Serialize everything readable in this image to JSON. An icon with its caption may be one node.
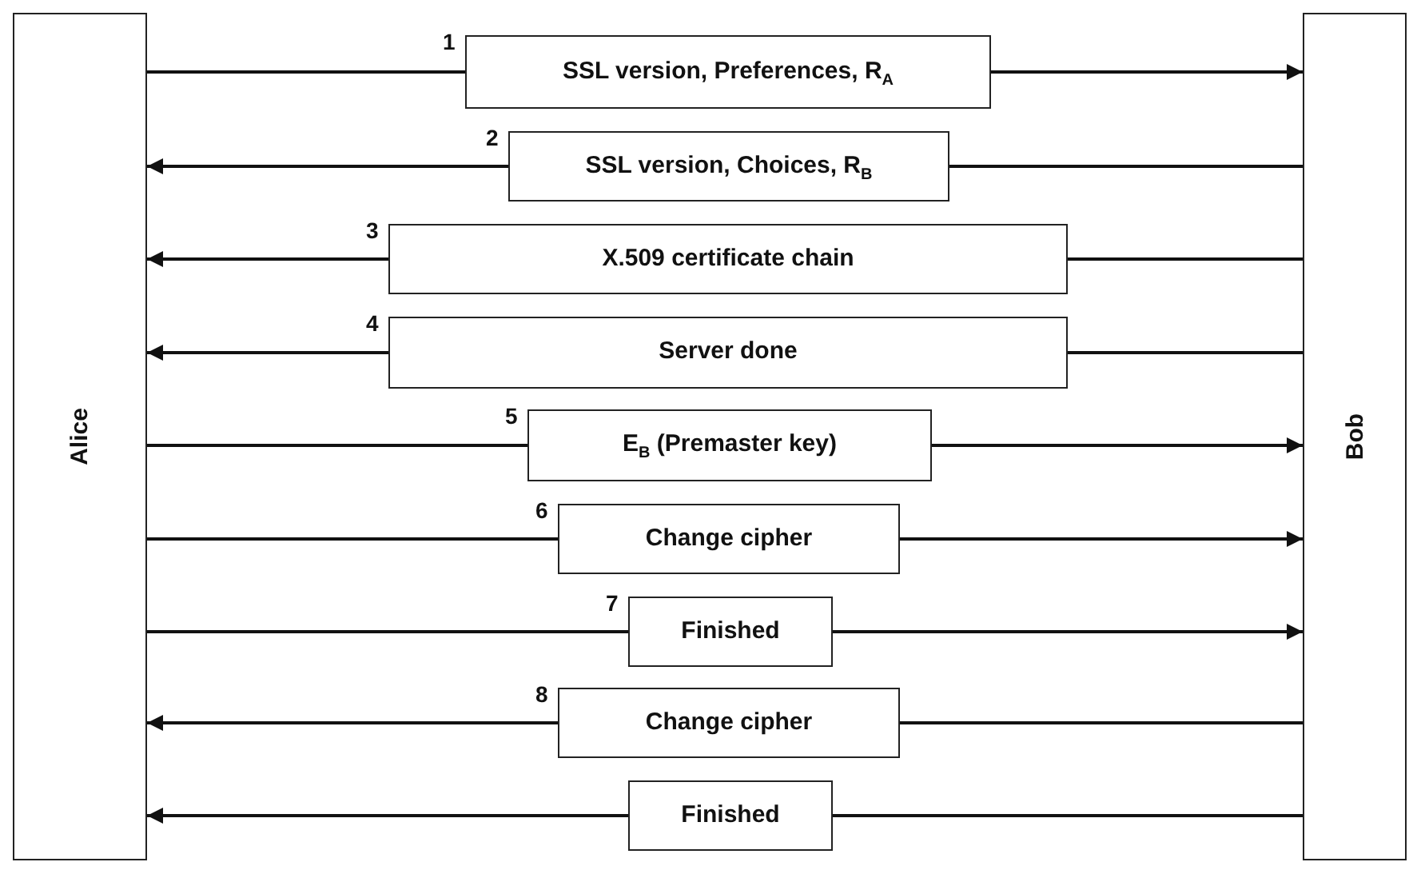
{
  "diagram": {
    "nodes": [
      {
        "text": [
          "Alice"
        ]
      },
      {
        "text": [
          "Bob"
        ]
      }
    ],
    "edges": [
      {
        "from": 0,
        "to": 1,
        "arrow": "to",
        "label": "SSL version, Preferences, R$_{A}$"
      },
      {
        "from": 1,
        "to": 0,
        "arrow": "to",
        "label": "SSL version, Choices, R$_{B}$"
      },
      {
        "from": 1,
        "to": 0,
        "arrow": "to",
        "label": "X.509 certificate chain"
      },
      {
        "from": 1,
        "to": 0,
        "arrow": "to",
        "label": "Server done"
      },
      {
        "from": 0,
        "to": 1,
        "arrow": "to",
        "label": "E$_{B}$ (Premaster key)"
      },
      {
        "from": 0,
        "to": 1,
        "arrow": "to",
        "label": "Change cipher"
      },
      {
        "from": 0,
        "to": 1,
        "arrow": "to",
        "label": "Finished"
      },
      {
        "from": 1,
        "to": 0,
        "arrow": "to",
        "label": "Change cipher"
      },
      {
        "from": 1,
        "to": 0,
        "arrow": "to",
        "label": "Finished"
      }
    ],
    "labels": [
      "1",
      "2",
      "3",
      "4",
      "5",
      "6",
      "7",
      "8"
    ]
  }
}
